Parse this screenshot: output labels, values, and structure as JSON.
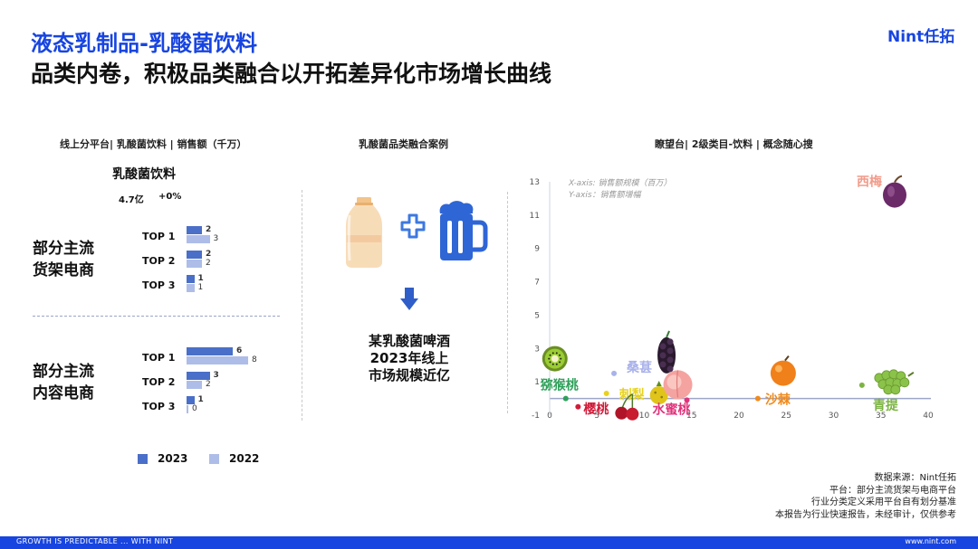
{
  "header": {
    "title": "液态乳制品-乳酸菌饮料",
    "subtitle": "品类内卷，积极品类融合以开拓差异化市场增长曲线",
    "logo": "Nint任拓"
  },
  "left": {
    "heading": "线上分平台| 乳酸菌饮料 | 销售额（千万）",
    "category": "乳酸菌饮料",
    "stat_value": "4.7亿",
    "stat_change": "+0%",
    "groups": [
      {
        "label_line1": "部分主流",
        "label_line2": "货架电商",
        "rows": [
          {
            "label": "TOP 1",
            "v2023": 2,
            "v2022": 3
          },
          {
            "label": "TOP 2",
            "v2023": 2,
            "v2022": 2
          },
          {
            "label": "TOP 3",
            "v2023": 1,
            "v2022": 1
          }
        ]
      },
      {
        "label_line1": "部分主流",
        "label_line2": "内容电商",
        "rows": [
          {
            "label": "TOP 1",
            "v2023": 6,
            "v2022": 8
          },
          {
            "label": "TOP 2",
            "v2023": 3,
            "v2022": 2
          },
          {
            "label": "TOP 3",
            "v2023": 1,
            "v2022": 0
          }
        ]
      }
    ],
    "legend": [
      {
        "label": "2023",
        "color": "#4a6fc8"
      },
      {
        "label": "2022",
        "color": "#aebde8"
      }
    ]
  },
  "middle": {
    "heading": "乳酸菌品类融合案例",
    "icons": [
      "yogurt-bottle-icon",
      "plus-icon",
      "beer-mug-icon",
      "arrow-down-icon"
    ],
    "case_line1": "某乳酸菌啤酒",
    "case_line2": "2023年线上",
    "case_line3": "市场规模近亿"
  },
  "right": {
    "heading": "瞭望台| 2级类目-饮料 | 概念随心搜",
    "x_note": "X-axis: 销售额规模（百万）",
    "y_note": "Y-axis：销售额增幅"
  },
  "chart_data": {
    "type": "scatter",
    "xlabel": "X-axis: 销售额规模（百万）",
    "ylabel": "Y-axis：销售额增幅",
    "xlim": [
      0,
      40
    ],
    "ylim": [
      -1,
      13
    ],
    "x_ticks": [
      0,
      5,
      10,
      15,
      20,
      25,
      30,
      35,
      40
    ],
    "y_ticks": [
      -1,
      1,
      3,
      5,
      7,
      9,
      11,
      13
    ],
    "points": [
      {
        "name": "西梅",
        "x": 35.5,
        "y": 12.1,
        "color": "#f29b8a",
        "icon": "plum-icon"
      },
      {
        "name": "猕猴桃",
        "x": 1.7,
        "y": 0,
        "color": "#2fa05a",
        "icon": "kiwi-icon"
      },
      {
        "name": "桑葚",
        "x": 6.8,
        "y": 1.5,
        "color": "#a9b2ea",
        "icon": "mulberry-icon"
      },
      {
        "name": "刺梨",
        "x": 6.0,
        "y": 0.3,
        "color": "#e8d21d",
        "icon": "prickly-pear-icon"
      },
      {
        "name": "樱桃",
        "x": 3.0,
        "y": -0.5,
        "color": "#d01c3a",
        "icon": "cherry-icon"
      },
      {
        "name": "水蜜桃",
        "x": 14.5,
        "y": -0.1,
        "color": "#e0337a",
        "icon": "peach-icon"
      },
      {
        "name": "沙棘",
        "x": 22.0,
        "y": 0,
        "color": "#f08a1c",
        "icon": "sea-buckthorn-icon"
      },
      {
        "name": "青提",
        "x": 33.0,
        "y": 0.8,
        "color": "#7cb342",
        "icon": "green-grape-icon"
      }
    ]
  },
  "source": {
    "line1": "数据来源：Nint任拓",
    "line2": "平台：部分主流货架与电商平台",
    "line3": "行业分类定义采用平台自有划分基准",
    "line4": "本报告为行业快速报告，未经审计，仅供参考"
  },
  "footer": {
    "left": "GROWTH IS PREDICTABLE ... WITH NINT",
    "right": "www.nint.com"
  }
}
